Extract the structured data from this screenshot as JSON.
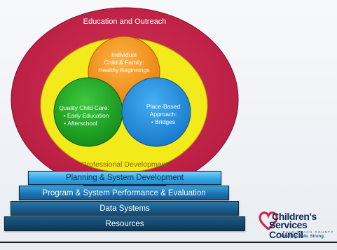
{
  "rings": {
    "outer": {
      "label": "Education and Outreach",
      "color": "#c8254a"
    },
    "middle": {
      "label": "Professional Development",
      "color": "#f2ea1a"
    }
  },
  "circles": {
    "top": {
      "lines": [
        "Individual",
        "Child & Family:",
        "Healthy Beginnings"
      ],
      "color": "#f39312"
    },
    "left": {
      "lines": [
        "Quality Child Care:",
        "• Early Education",
        "• Afterschool"
      ],
      "color": "#1da524"
    },
    "right": {
      "lines": [
        "Place-Based",
        "Approach:",
        "• Bridges"
      ],
      "color": "#1e8ee0"
    }
  },
  "steps": {
    "planning": "Planning & System Development",
    "performance": "Program & System Performance & Evaluation",
    "data": "Data Systems",
    "resources": "Resources"
  },
  "logo": {
    "name_line1": "Children's",
    "name_line2": "Services Council",
    "subtitle": "PALM BEACH COUNTY",
    "tagline": "Healthy. Safe. Strong."
  }
}
